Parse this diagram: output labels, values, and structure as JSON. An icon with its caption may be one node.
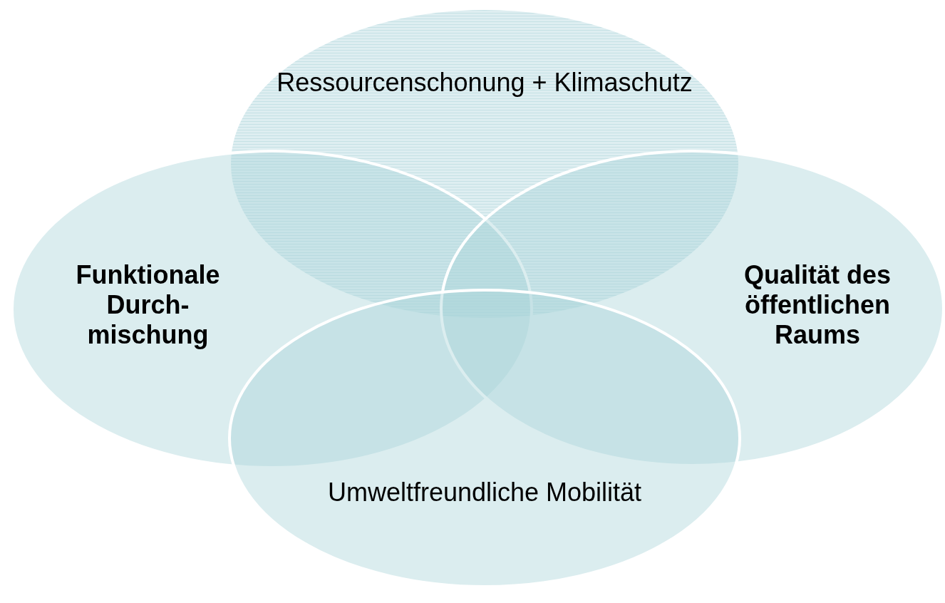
{
  "diagram": {
    "nodes": [
      {
        "text": [
          "Ressourcenschonung + Klimaschutz"
        ]
      },
      {
        "text": [
          "Funktionale Durch- mischung"
        ]
      },
      {
        "text": [
          "Qualität des öffentlichen Raums"
        ]
      },
      {
        "text": [
          "Umweltfreundliche Mobilität"
        ]
      }
    ],
    "edges": []
  }
}
